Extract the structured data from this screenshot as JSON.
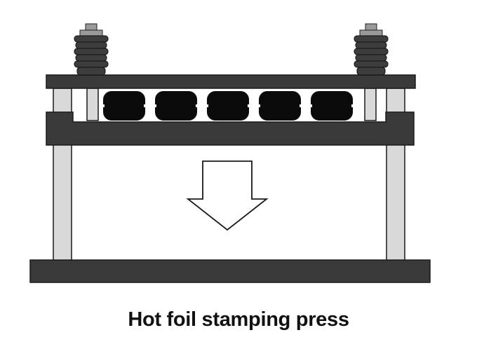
{
  "caption": "Hot foil stamping press",
  "colors": {
    "plate": "#3a3a3a",
    "post": "#d9d9d9",
    "cushion": "#0a0a0a",
    "arrow_fill": "#ffffff"
  },
  "components": {
    "springs": 2,
    "cushions": 5,
    "arrow_direction": "down"
  }
}
